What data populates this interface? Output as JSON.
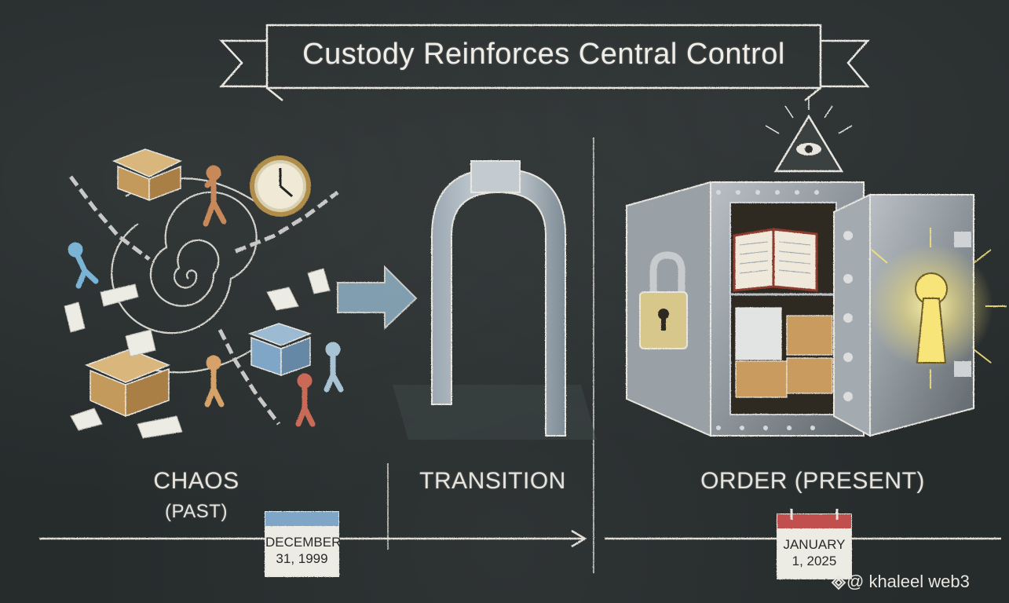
{
  "title": "Custody Reinforces Central Control",
  "stages": [
    {
      "label": "CHAOS",
      "sublabel": "(PAST)"
    },
    {
      "label": "TRANSITION"
    },
    {
      "label": "ORDER (PRESENT)"
    }
  ],
  "calendars": [
    {
      "line1": "DECEMBER",
      "line2": "31, 1999"
    },
    {
      "line1": "JANUARY",
      "line2": "1, 2025"
    }
  ],
  "watermark": "@ khaleel web3",
  "icons": [
    "box-icon",
    "clock-icon",
    "chain-icon",
    "spiral-icon",
    "person-icon",
    "paper-icon",
    "arrow-icon",
    "archway-icon",
    "eye-pyramid-icon",
    "vault-icon",
    "padlock-icon",
    "keyhole-icon",
    "book-icon",
    "calendar-icon",
    "binance-logo-icon"
  ],
  "colors": {
    "board": "#262b2c",
    "chalk": "#e8e6df",
    "box": "#c9a56b",
    "blue-box": "#7fa6c6",
    "keyhole-glow": "#f6e27a",
    "calendar-red": "#c0504d",
    "calendar-blue": "#7fa6c6"
  }
}
